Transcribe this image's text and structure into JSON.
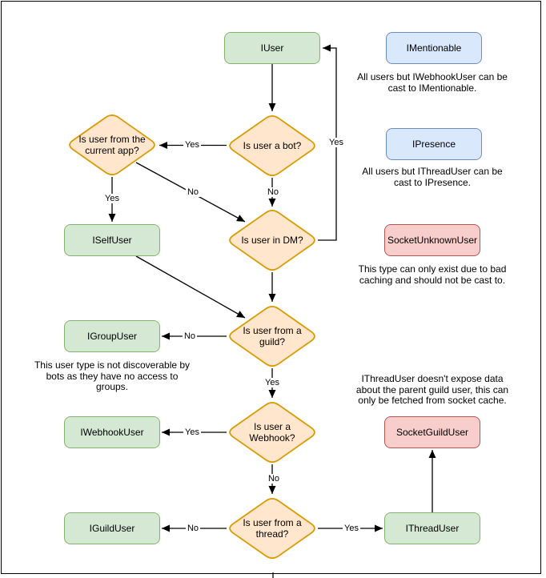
{
  "colors": {
    "interface_fill": "#d5e8d4",
    "interface_stroke": "#82b366",
    "decision_fill": "#ffe6cc",
    "decision_stroke": "#d79b00",
    "castable_fill": "#dae8fc",
    "castable_stroke": "#6c8ebf",
    "socket_fill": "#f8cecc",
    "socket_stroke": "#b85450",
    "line": "#000000",
    "background": "#ffffff"
  },
  "nodes": {
    "iuser": {
      "label": "IUser"
    },
    "imentionable": {
      "label": "IMentionable"
    },
    "ipresence": {
      "label": "IPresence"
    },
    "socket_unknown_user": {
      "label": "SocketUnknownUser"
    },
    "iselfuser": {
      "label": "ISelfUser"
    },
    "igroupuser": {
      "label": "IGroupUser"
    },
    "iwebhookuser": {
      "label": "IWebhookUser"
    },
    "iguilduser": {
      "label": "IGuildUser"
    },
    "ithreaduser": {
      "label": "IThreadUser"
    },
    "socket_guild_user": {
      "label": "SocketGuildUser"
    }
  },
  "decisions": {
    "is_bot": {
      "label": "Is user a bot?"
    },
    "from_current_app": {
      "label": "Is user from the current app?"
    },
    "in_dm": {
      "label": "Is user in DM?"
    },
    "from_guild": {
      "label": "Is user from a guild?"
    },
    "is_webhook": {
      "label": "Is user a Webhook?"
    },
    "from_thread": {
      "label": "Is user from a thread?"
    }
  },
  "notes": {
    "mentionable": {
      "lines": [
        "All users but IWebhookUser can be",
        "cast to IMentionable."
      ]
    },
    "presence": {
      "lines": [
        "All users but IThreadUser can be",
        "cast to IPresence."
      ]
    },
    "unknown_user": {
      "lines": [
        "This type can only exist due to bad",
        "caching and should not be cast to."
      ]
    },
    "group_user": {
      "lines": [
        "This user type is not discoverable by",
        "bots as they have no access to",
        "groups."
      ]
    },
    "thread_user": {
      "lines": [
        "IThreadUser doesn't expose data",
        "about the parent guild user, this can",
        "only be fetched from socket cache."
      ]
    }
  },
  "edge_labels": {
    "bot_yes": "Yes",
    "bot_no": "No",
    "current_app_yes": "Yes",
    "current_app_no": "No",
    "dm_yes": "Yes",
    "guild_yes": "Yes",
    "guild_no": "No",
    "webhook_yes": "Yes",
    "webhook_no": "No",
    "thread_yes": "Yes",
    "thread_no": "No"
  }
}
